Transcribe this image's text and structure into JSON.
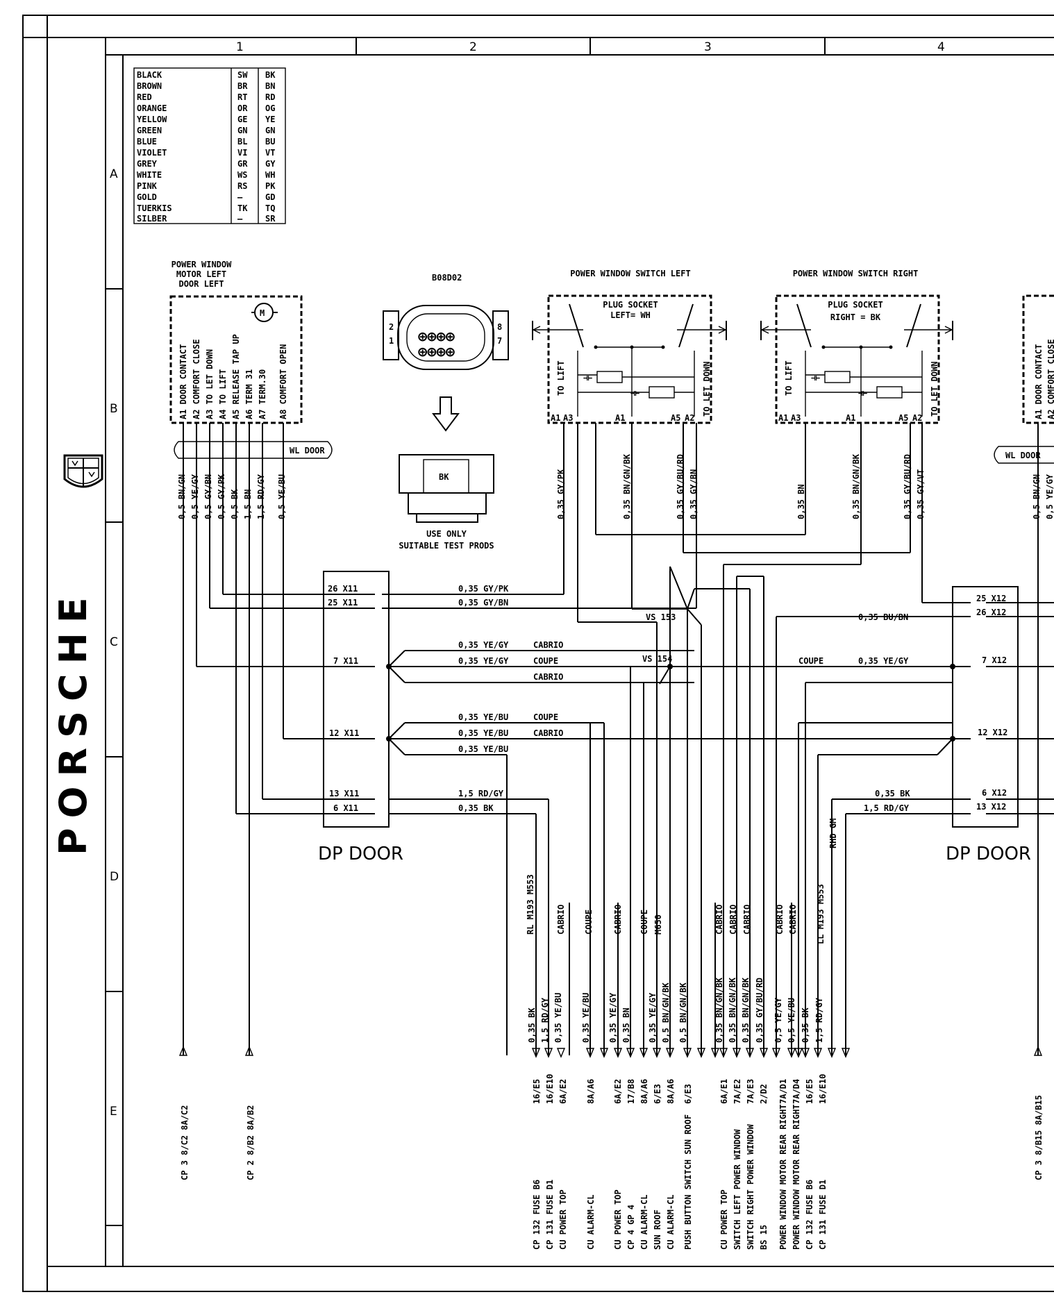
{
  "logo": {
    "brand": "PORSCHE"
  },
  "frame": {
    "columns": [
      "1",
      "2",
      "3",
      "4"
    ],
    "rows": [
      "A",
      "B",
      "C",
      "D",
      "E"
    ]
  },
  "color_legend": [
    [
      "BLACK",
      "SW",
      "BK"
    ],
    [
      "BROWN",
      "BR",
      "BN"
    ],
    [
      "RED",
      "RT",
      "RD"
    ],
    [
      "ORANGE",
      "OR",
      "OG"
    ],
    [
      "YELLOW",
      "GE",
      "YE"
    ],
    [
      "GREEN",
      "GN",
      "GN"
    ],
    [
      "BLUE",
      "BL",
      "BU"
    ],
    [
      "VIOLET",
      "VI",
      "VT"
    ],
    [
      "GREY",
      "GR",
      "GY"
    ],
    [
      "WHITE",
      "WS",
      "WH"
    ],
    [
      "PINK",
      "RS",
      "PK"
    ],
    [
      "GOLD",
      "—",
      "GD"
    ],
    [
      "TUERKIS",
      "TK",
      "TQ"
    ],
    [
      "SILBER",
      "—",
      "SR"
    ]
  ],
  "motor_left": {
    "title": [
      "POWER WINDOW",
      "MOTOR LEFT",
      "DOOR LEFT"
    ],
    "motor_symbol": "M",
    "pins": [
      "A1 DOOR CONTACT",
      "A2 COMFORT CLOSE",
      "A3 TO LET DOWN",
      "A4 TO LIFT",
      "A5 RELEASE TAP UP",
      "A6 TERM 31",
      "A7 TERM.30",
      "A8 COMFORT OPEN"
    ],
    "harness": "WL DOOR",
    "wires": [
      "0,5 BN/GN",
      "0,5 YE/GY",
      "0,5 GY/BN",
      "0,5 GY/PK",
      "0,5 BK",
      "1,5 BN",
      "1,5 RD/GY",
      "0,5 YE/BU"
    ]
  },
  "connector": {
    "code": "B08D02",
    "pins": [
      "2",
      "1",
      "8",
      "7"
    ],
    "plug_color": "BK",
    "note": [
      "USE ONLY",
      "SUITABLE TEST PRODS"
    ]
  },
  "switch_left": {
    "title": "POWER WINDOW SWITCH LEFT",
    "socket": [
      "PLUG SOCKET",
      "LEFT= WH"
    ],
    "labels": [
      "TO LIFT",
      "TO LET DOWN"
    ],
    "pins": [
      "A1",
      "A3",
      "A1",
      "A5",
      "A2"
    ],
    "wires": [
      "0,35 GY/PK",
      "0,35 BN/GN/BK",
      "0,35 GY/BU/RD",
      "0,35 GY/BN"
    ]
  },
  "switch_right": {
    "title": "POWER WINDOW SWITCH RIGHT",
    "socket": [
      "PLUG SOCKET",
      "RIGHT = BK"
    ],
    "labels": [
      "TO LIFT",
      "TO LET DOWN"
    ],
    "pins": [
      "A1",
      "A3",
      "A1",
      "A5",
      "A2"
    ],
    "wires": [
      "0,35 BN",
      "0,35 BN/GN/BK",
      "0,35 GY/BU/RD",
      "0,35 GY/VT"
    ]
  },
  "motor_right": {
    "pins": [
      "A1 DOOR CONTACT",
      "A2 COMFORT CLOSE"
    ],
    "harness": "WL DOOR",
    "wires": [
      "0,5 BN/GN",
      "0,5 YE/GY"
    ]
  },
  "dp_left": {
    "label": "DP DOOR",
    "terminals": [
      "26 X11",
      "25 X11",
      "7 X11",
      "12 X11",
      "13 X11",
      "6 X11"
    ]
  },
  "dp_right": {
    "label": "DP DOOR",
    "terminals": [
      "25 X12",
      "26 X12",
      "7 X12",
      "12 X12",
      "6 X12",
      "13 X12"
    ]
  },
  "wire_labels": {
    "gy_pk": "0,35 GY/PK",
    "gy_bn": "0,35 GY/BN",
    "ye_gy_cabrio": "0,35 YE/GY",
    "ye_gy_coupe": "0,35 YE/GY",
    "ye_bu_coupe": "0,35 YE/BU",
    "ye_bu_cabrio": "0,35 YE/BU",
    "ye_bu": "0,35 YE/BU",
    "rd_gy_left": "1,5 RD/GY",
    "bk_left": "0,35 BK",
    "bu_bn": "0,35 BU/BN",
    "coupe_right": "COUPE",
    "ye_gy_right": "0,35 YE/GY",
    "bk_right": "0,35 BK",
    "rd_gy_right": "1,5 RD/GY",
    "cabrio": "CABRIO",
    "coupe": "COUPE",
    "vs153": "VS 153",
    "vs154": "VS 154"
  },
  "variant_tags": [
    "RL M193 M553",
    "CABRIO",
    "COUPE",
    "CABRIO",
    "COUPE",
    "M650",
    "CABRIO",
    "CABRIO",
    "CABRIO",
    "CABRIO",
    "CABRIO",
    "LL M193 M553",
    "RHD GM"
  ],
  "bottom_wires": [
    "0,35 BK",
    "1,5 RD/GY",
    "0,35 YE/BU",
    "0,35 YE/BU",
    "0,35 YE/GY",
    "0,35 BN",
    "0,35 YE/GY",
    "0,5 BN/GN/BK",
    "0,5 BN/GN/BK",
    "0,35 BN/GN/BK",
    "0,35 BN/GN/BK",
    "0,35 BN/GN/BK",
    "0,35 GY/BU/RD",
    "0,5 YE/GY",
    "0,5 YE/BU",
    "0,35 BK",
    "1,5 RD/GY"
  ],
  "bottom_refs": [
    "16/E5",
    "16/E10",
    "6A/E2",
    "8A/A6",
    "6A/E2",
    "17/B8",
    "8A/A6",
    "6/E3",
    "8A/A6",
    "6/E3",
    "6A/E1",
    "7A/E2",
    "7A/E3",
    "2/D2",
    "7A/D1",
    "7A/D4",
    "16/E5",
    "16/E10"
  ],
  "bottom_dest": [
    "CP 132 FUSE B6",
    "CP 131 FUSE D1",
    "CU POWER TOP",
    "CU ALARM-CL",
    "CU POWER TOP",
    "CP 4 GP 4",
    "CU ALARM-CL",
    "SUN ROOF",
    "CU ALARM-CL",
    "PUSH BUTTON SWITCH  SUN ROOF",
    "CU POWER TOP",
    "SWITCH LEFT  POWER WINDOW",
    "SWITCH RIGHT  POWER WINDOW",
    "BS 15",
    "POWER WINDOW MOTOR  REAR RIGHT",
    "POWER WINDOW MOTOR  REAR RIGHT",
    "CP 132 FUSE B6",
    "CP 131 FUSE D1"
  ],
  "side_refs": [
    "CP 3  8/C2 8A/C2",
    "CP 2  8/B2 8A/B2",
    "CP 3  8/B15 8A/B15"
  ]
}
